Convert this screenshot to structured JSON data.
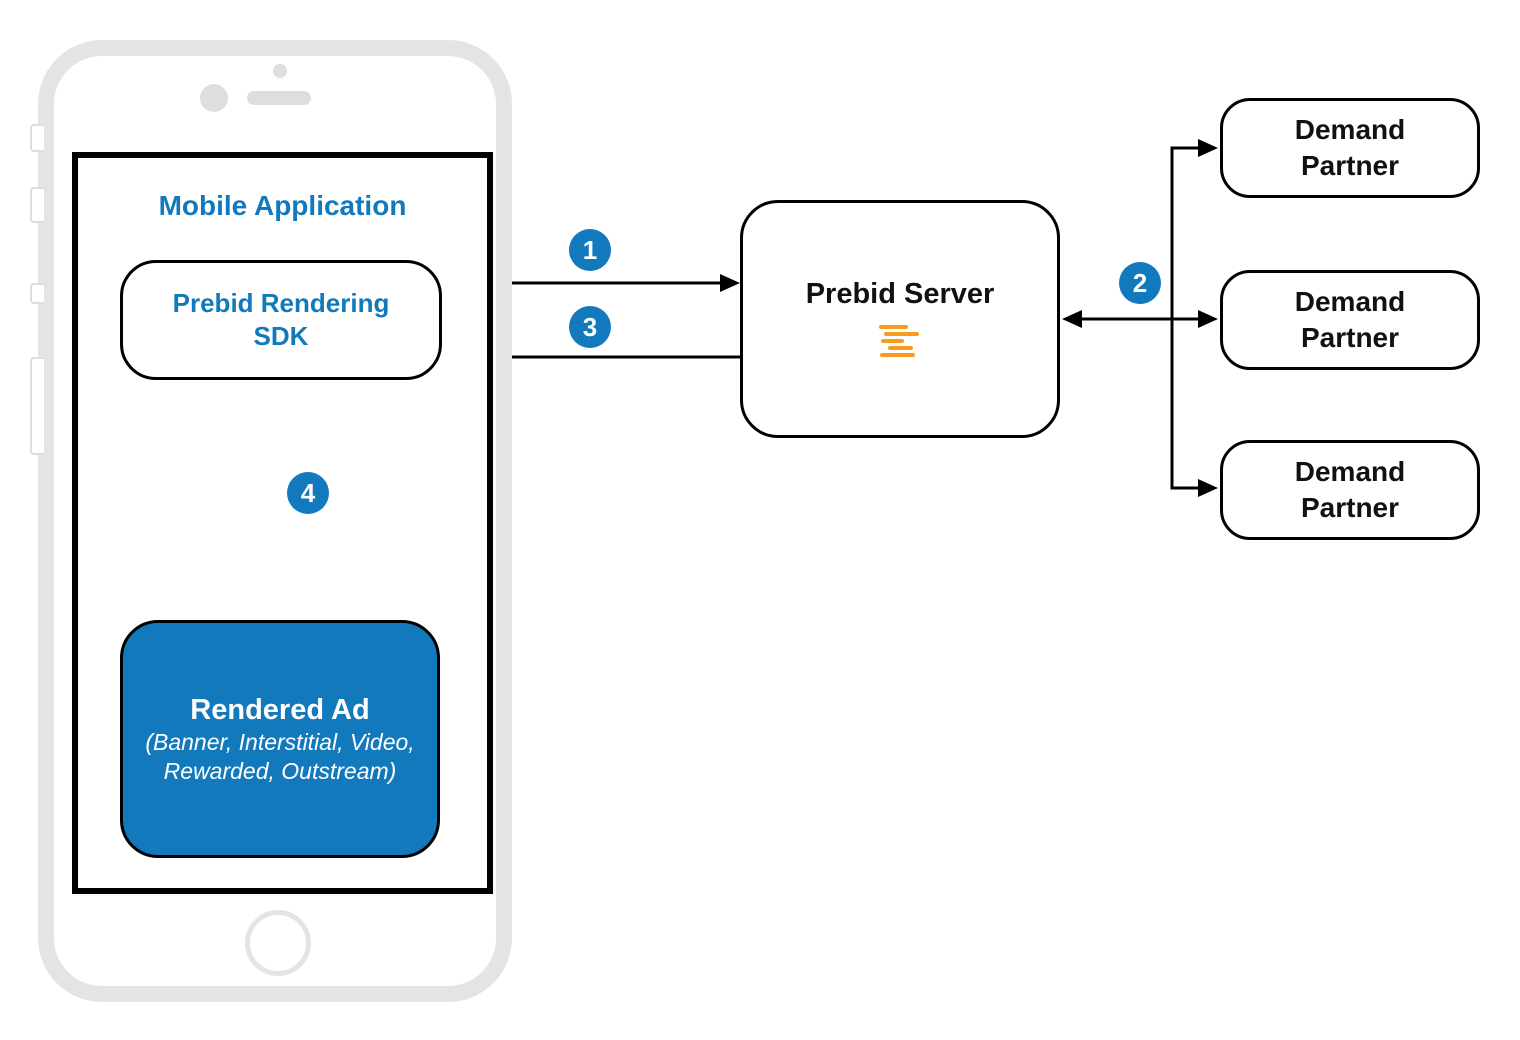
{
  "colors": {
    "accent_blue": "#1279BD",
    "logo_orange": "#F99B1D",
    "phone_frame_gray": "#E2E4E6",
    "phone_detail_gray": "#DCDEE0",
    "connector_black": "#000000"
  },
  "mobile_app": {
    "title": "Mobile Application"
  },
  "sdk_box": {
    "line1": "Prebid Rendering",
    "line2": "SDK"
  },
  "rendered_ad": {
    "title": "Rendered Ad",
    "subtitle_line1": "(Banner, Interstitial, Video,",
    "subtitle_line2": "Rewarded, Outstream)"
  },
  "prebid_server": {
    "title": "Prebid Server",
    "logo": "prebid-logo"
  },
  "demand_partners": [
    {
      "line1": "Demand",
      "line2": "Partner"
    },
    {
      "line1": "Demand",
      "line2": "Partner"
    },
    {
      "line1": "Demand",
      "line2": "Partner"
    }
  ],
  "step_badges": {
    "step1": "1",
    "step2": "2",
    "step3": "3",
    "step4": "4"
  }
}
